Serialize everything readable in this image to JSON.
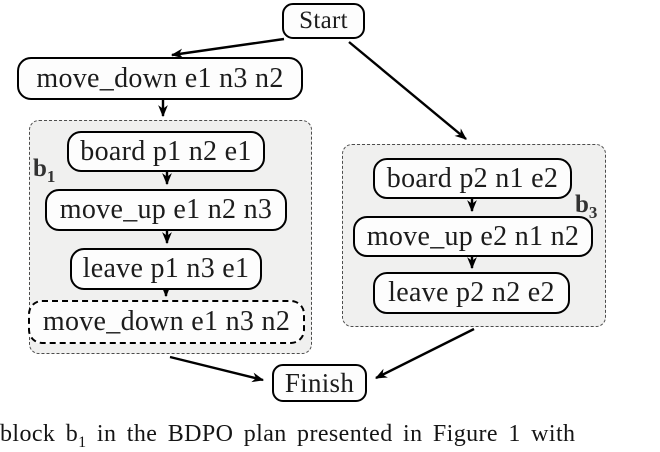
{
  "figure": {
    "nodes": {
      "start": {
        "label": "Start"
      },
      "move_down_top": {
        "label": "move_down e1 n3 n2"
      },
      "board_p1": {
        "label": "board p1 n2 e1"
      },
      "move_up_e1": {
        "label": "move_up e1 n2 n3"
      },
      "leave_p1": {
        "label": "leave p1 n3 e1"
      },
      "move_down_dashed": {
        "label": "move_down e1 n3 n2"
      },
      "board_p2": {
        "label": "board p2 n1 e2"
      },
      "move_up_e2": {
        "label": "move_up e2 n1 n2"
      },
      "leave_p2": {
        "label": "leave p2 n2 e2"
      },
      "finish": {
        "label": "Finish"
      }
    },
    "groups": {
      "b1": {
        "name": "b",
        "sub": "1"
      },
      "b3": {
        "name": "b",
        "sub": "3"
      }
    },
    "colors": {
      "node_border": "#000000",
      "node_fill": "#fdfdfd",
      "group_fill": "#f0f0ef",
      "group_border": "#4d4d4d",
      "text": "#1c1c1c"
    },
    "caption": {
      "prefix": "block b",
      "sub": "1",
      "suffix": " in the BDPO plan presented in Figure 1 with"
    }
  }
}
